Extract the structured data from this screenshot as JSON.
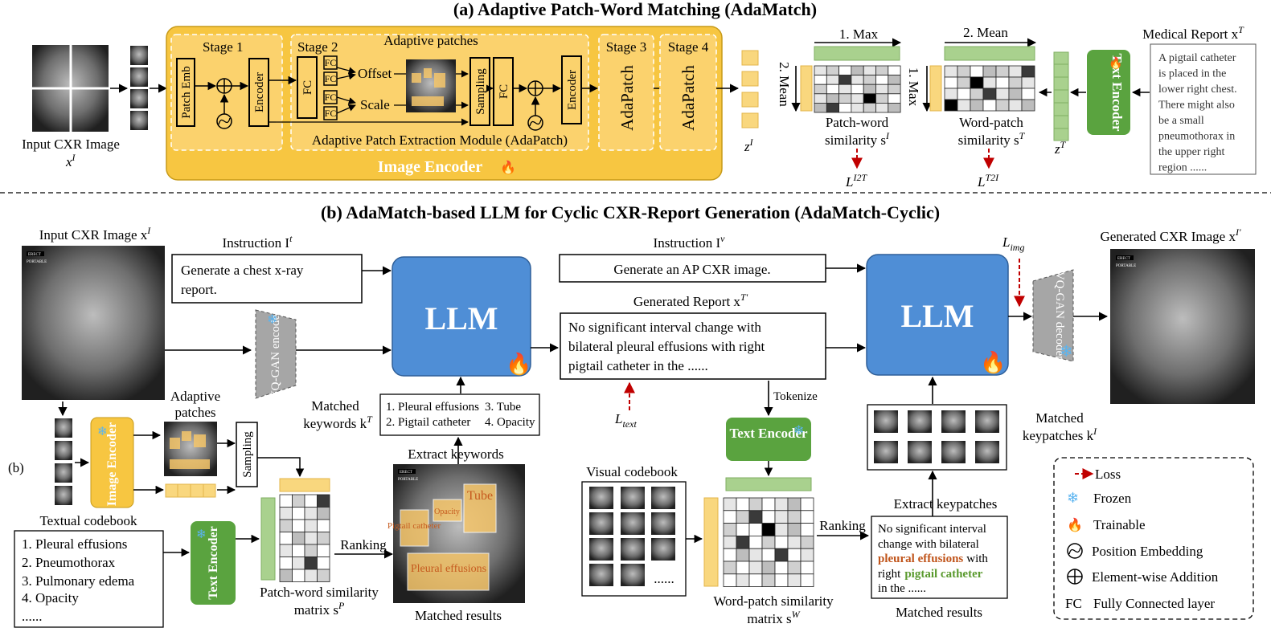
{
  "part_a": {
    "title": "(a) Adaptive Patch-Word Matching (AdaMatch)",
    "input_label": "Input CXR Image",
    "input_symbol": "x",
    "input_sup": "I",
    "stage1": "Stage 1",
    "patch_emb": "Patch Emb",
    "encoder": "Encoder",
    "stage2": "Stage 2",
    "fc": "FC",
    "fc_small": "FC",
    "adaptive_patches": "Adaptive patches",
    "offset": "Offset",
    "scale": "Scale",
    "sampling": "Sampling",
    "adapatch_module": "Adaptive Patch Extraction Module (AdaPatch)",
    "stage3": "Stage 3",
    "stage4": "Stage 4",
    "adapatch": "AdaPatch",
    "image_encoder": "Image Encoder",
    "zi": "z",
    "zi_sup": "I",
    "max1": "1. Max",
    "mean2": "2. Mean",
    "patch_word_sim": "Patch-word",
    "similarity_si": "similarity s",
    "si_sup": "I",
    "l_i2t": "L",
    "l_i2t_sup": "I2T",
    "mean2b": "2. Mean",
    "max1b": "1. Max",
    "word_patch_sim": "Word-patch",
    "similarity_st": "similarity s",
    "st_sup": "T",
    "l_t2i": "L",
    "l_t2i_sup": "T2I",
    "zt": "z",
    "zt_sup": "T",
    "text_encoder": "Text Encoder",
    "medical_report": "Medical Report x",
    "mr_sup": "T",
    "report_lines": [
      "A pigtail catheter",
      "is placed in the",
      "lower right chest.",
      "There might also",
      "be    a    small",
      "pneumothorax in",
      "the  upper  right",
      "region ......"
    ]
  },
  "part_b": {
    "title": "(b) AdaMatch-based LLM for Cyclic CXR-Report Generation (AdaMatch-Cyclic)",
    "input_label": "Input CXR Image x",
    "input_sup": "I",
    "instruction_t": "Instruction I",
    "instruction_t_sup": "t",
    "gen_report_instr_1": "Generate  a  chest  x-ray",
    "gen_report_instr_2": "report.",
    "vqgan_encoder": "VQ-GAN encoder",
    "llm": "LLM",
    "matched_keywords": "Matched",
    "keywords_kt": "keywords k",
    "kt_sup": "T",
    "keywords": [
      "1. Pleural effusions",
      "2. Pigtail catheter",
      "3. Tube",
      "4. Opacity"
    ],
    "extract_keywords": "Extract  keywords",
    "adaptive_patches_1": "Adaptive",
    "adaptive_patches_2": "patches",
    "image_encoder": "Image Encoder",
    "sampling": "Sampling",
    "b_label": "(b)",
    "textual_codebook": "Textual codebook",
    "codebook_items": [
      "1. Pleural effusions",
      "2. Pneumothorax",
      "3. Pulmonary edema",
      "4. Opacity",
      "......"
    ],
    "text_encoder": "Text Encoder",
    "ranking": "Ranking",
    "pw_matrix_1": "Patch-word similarity",
    "pw_matrix_2": "matrix s",
    "pw_sup": "P",
    "matched_results": "Matched results",
    "region_tube": "Tube",
    "region_pigtail": "Pigtail catheter",
    "region_opacity": "Opacity",
    "region_pleural": "Pleural effusions",
    "instruction_v": "Instruction I",
    "instruction_v_sup": "v",
    "gen_image_instr": "Generate an AP CXR image.",
    "generated_report": "Generated Report x",
    "gr_sup": "T'",
    "gen_report_lines": [
      "No  significant  interval  change  with",
      "bilateral  pleural  effusions  with  right",
      "pigtail catheter in the ......"
    ],
    "l_text": "L",
    "l_text_sub": "text",
    "tokenize": "Tokenize",
    "visual_codebook": "Visual codebook",
    "ellipsis": "......",
    "wp_matrix_1": "Word-patch similarity",
    "wp_matrix_2": "matrix s",
    "wp_sup": "W",
    "extract_keypatches": "Extract keypatches",
    "matched_report_1": "No significant interval",
    "matched_report_2": "change with bilateral",
    "matched_report_3a": "pleural effusions",
    "matched_report_3b": "with",
    "matched_report_4a": "right",
    "matched_report_4b": "pigtail catheter",
    "matched_report_5": "in the ......",
    "matched_results_2": "Matched results",
    "matched_keypatches_1": "Matched",
    "matched_keypatches_2": "keypatches k",
    "kp_sup": "I",
    "l_img": "L",
    "l_img_sub": "img",
    "vqgan_decoder": "VQ-GAN decoder",
    "generated_cxr": "Generated CXR Image x",
    "gcxr_sup": "I'",
    "cxr_tag1": "ERECT",
    "cxr_tag2": "PORTABLE"
  },
  "legend": {
    "loss": "Loss",
    "frozen": "Frozen",
    "trainable": "Trainable",
    "pos_emb": "Position Embedding",
    "elem_add": "Element-wise Addition",
    "fc_abbr": "FC",
    "fc_full": "Fully Connected layer"
  },
  "colors": {
    "yellow_bg": "#f7c641",
    "yellow_box": "#fbd26d",
    "token_yellow": "#f9d77e",
    "token_green": "#a9d18e",
    "green_enc": "#5aa33f",
    "blue_llm": "#4f8ed6",
    "loss_red": "#c00000",
    "gray_vq": "#a6a6a6"
  }
}
